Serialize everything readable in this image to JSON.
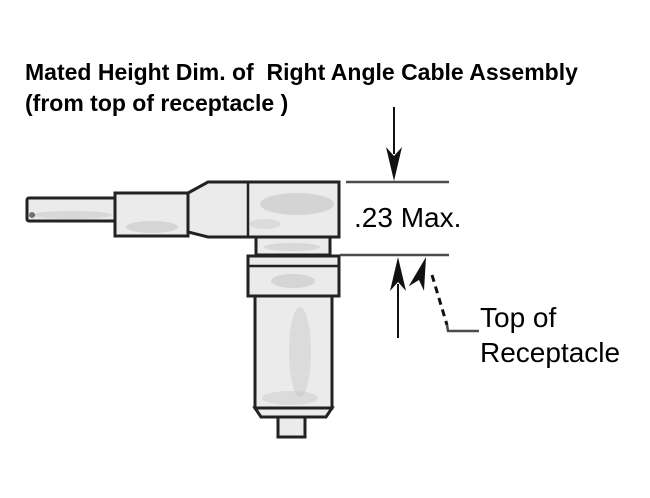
{
  "colors": {
    "background": "#ffffff",
    "text_color": "#000000",
    "outline": "#222222",
    "part_fill": "#ebebeb",
    "part_shade": "#b5b5b5",
    "dim_line": "#4c4c4c",
    "arrow": "#111111"
  },
  "title": {
    "line1": "Mated Height Dim. of  Right Angle Cable Assembly",
    "line2": "(from top of receptacle )"
  },
  "dimension": {
    "max_height_label": ".23 Max."
  },
  "callout": {
    "line1": "Top of",
    "line2": "Receptacle"
  }
}
